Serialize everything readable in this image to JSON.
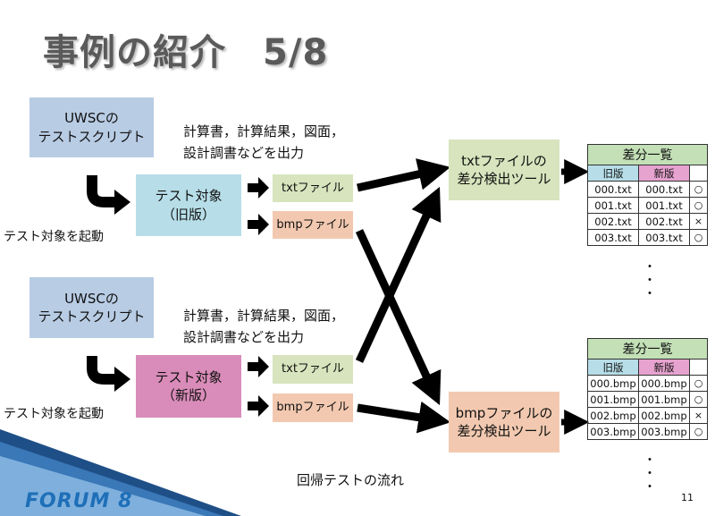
{
  "title": "事例の紹介　5/8",
  "top": {
    "script_label": "UWSCの\nテストスクリプト",
    "output_caption": "計算書，計算結果，図面，\n設計調書などを出力",
    "target_label": "テスト対象\n（旧版）",
    "launch_label": "テスト対象を起動",
    "txt_label": "txtファイル",
    "bmp_label": "bmpファイル"
  },
  "bottom": {
    "script_label": "UWSCの\nテストスクリプト",
    "output_caption": "計算書，計算結果，図面，\n設計調書などを出力",
    "target_label": "テスト対象\n（新版）",
    "launch_label": "テスト対象を起動",
    "txt_label": "txtファイル",
    "bmp_label": "bmpファイル"
  },
  "txt_tool": "txtファイルの\n差分検出ツール",
  "bmp_tool": "bmpファイルの\n差分検出ツール",
  "txt_table": {
    "title": "差分一覧",
    "col_old": "旧版",
    "col_new": "新版",
    "rows": [
      {
        "old": "000.txt",
        "new": "000.txt",
        "mark": "○"
      },
      {
        "old": "001.txt",
        "new": "001.txt",
        "mark": "○"
      },
      {
        "old": "002.txt",
        "new": "002.txt",
        "mark": "×"
      },
      {
        "old": "003.txt",
        "new": "003.txt",
        "mark": "○"
      }
    ],
    "ellipsis": "・\n・\n・"
  },
  "bmp_table": {
    "title": "差分一覧",
    "col_old": "旧版",
    "col_new": "新版",
    "rows": [
      {
        "old": "000.bmp",
        "new": "000.bmp",
        "mark": "○"
      },
      {
        "old": "001.bmp",
        "new": "001.bmp",
        "mark": "○"
      },
      {
        "old": "002.bmp",
        "new": "002.bmp",
        "mark": "×"
      },
      {
        "old": "003.bmp",
        "new": "003.bmp",
        "mark": "○"
      }
    ],
    "ellipsis": "・\n・\n・"
  },
  "flow_caption": "回帰テストの流れ",
  "logo": "FORUM 8",
  "page_number": "11",
  "colors": {
    "script_box": "#b8cce4",
    "target_old": "#b7dee8",
    "target_new": "#d98cb9",
    "txt_file": "#d7e4bd",
    "bmp_file": "#f2c9b0",
    "table_header": "#c3e0b6",
    "logo": "#1e6fb8"
  },
  "icons": [
    "turn-arrow-icon",
    "right-arrow-icon",
    "cross-arrow-icon"
  ]
}
